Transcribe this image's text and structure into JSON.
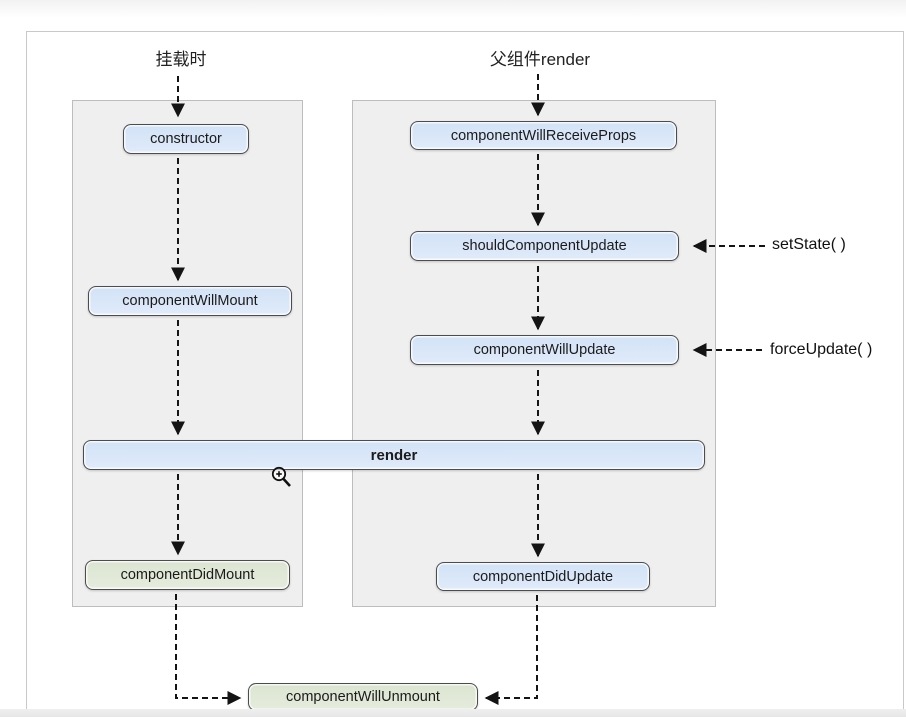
{
  "colors": {
    "node_border": "#4c4c4c",
    "node_blue_top": "#d2e2f6",
    "node_blue_bottom": "#e0ebfa",
    "node_green_top": "#dbe4d1",
    "node_green_bottom": "#e6ecdd",
    "lane_bg": "#efefef",
    "lane_border": "#bdbdbd",
    "canvas_bg": "#ffffff",
    "canvas_border": "#c9c9c9",
    "arrow": "#141414",
    "text": "#1b1b1b"
  },
  "titles": {
    "mount": "挂载时",
    "parent_render": "父组件render"
  },
  "nodes": {
    "constructor": {
      "label": "constructor"
    },
    "component_will_mount": {
      "label": "componentWillMount"
    },
    "component_will_receive_props": {
      "label": "componentWillReceiveProps"
    },
    "should_component_update": {
      "label": "shouldComponentUpdate"
    },
    "component_will_update": {
      "label": "componentWillUpdate"
    },
    "render": {
      "label": "render"
    },
    "component_did_mount": {
      "label": "componentDidMount"
    },
    "component_did_update": {
      "label": "componentDidUpdate"
    },
    "component_will_unmount": {
      "label": "componentWillUnmount"
    }
  },
  "annotations": {
    "set_state": "setState( )",
    "force_update": "forceUpdate( )"
  },
  "icons": {
    "zoom_cursor": "zoom-in-magnifier"
  }
}
